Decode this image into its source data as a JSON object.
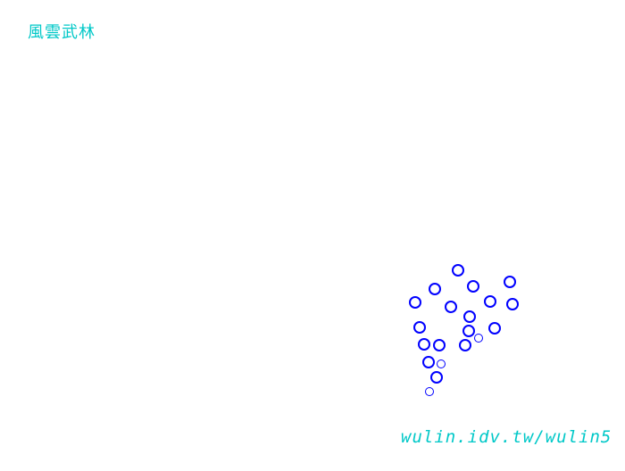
{
  "title": "風雲武林",
  "url": "wulin.idv.tw/wulin5",
  "colors": {
    "text": "#00c8c8",
    "marker": "#0000ff",
    "background": "#ffffff"
  },
  "map": {
    "large_marker_count": 17,
    "small_marker_count": 3
  }
}
